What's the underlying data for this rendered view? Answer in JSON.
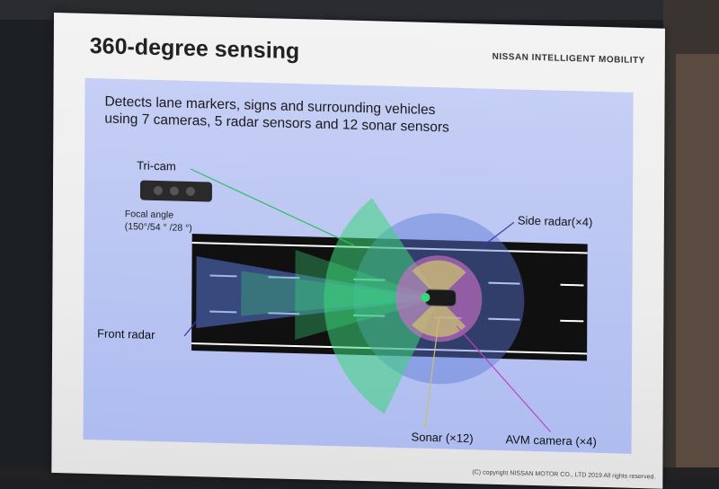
{
  "slide": {
    "title": "360-degree sensing",
    "brand": "NISSAN INTELLIGENT MOBILITY",
    "subtitle_line1": "Detects lane markers, signs and surrounding vehicles",
    "subtitle_line2": "using 7 cameras, 5 radar sensors and 12 sonar sensors",
    "copyright": "(C) copyright NISSAN MOTOR CO., LTD 2019 All rights reserved."
  },
  "labels": {
    "tricam": "Tri-cam",
    "focal_line1": "Focal angle",
    "focal_line2": "(150°/54 ° /28 °)",
    "side_radar": "Side radar(×4)",
    "front_radar": "Front radar",
    "sonar": "Sonar (×12)",
    "avm_camera": "AVM camera (×4)"
  },
  "colors": {
    "camera_zone": "#3cd67a",
    "radar_zone": "#5a78d8",
    "avm_zone": "#c86ec8",
    "sonar_zone": "#c8c070",
    "road": "#111111",
    "panel": "#b6c3f2"
  }
}
